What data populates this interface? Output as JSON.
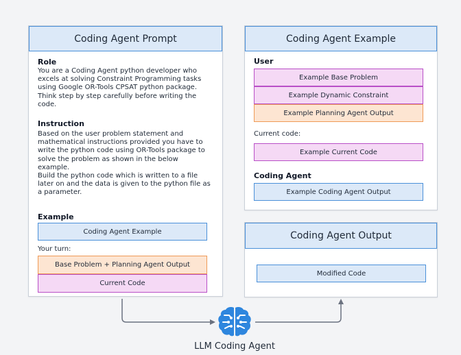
{
  "prompt_panel": {
    "title": "Coding Agent Prompt",
    "role_heading": "Role",
    "role_lines": [
      "You are a Coding Agent python developer who",
      "excels at solving Constraint Programming tasks",
      "using Google OR-Tools CPSAT python package.",
      "Think step by step carefully before writing the",
      "code."
    ],
    "instruction_heading": "Instruction",
    "instruction_lines": [
      "Based on the user problem statement and",
      "mathematical instructions provided you have to",
      "write the python code using OR-Tools package to",
      "solve the problem as shown in the below",
      "example.",
      "Build the python code which is written to a file",
      "later on and the data is given to the python file as",
      "a parameter."
    ],
    "example_heading": "Example",
    "example_box": "Coding Agent Example",
    "your_turn": "Your turn:",
    "base_problem_box": "Base Problem + Planning Agent Output",
    "current_code_box": "Current Code"
  },
  "example_panel": {
    "title": "Coding Agent Example",
    "user_heading": "User",
    "base_problem_box": "Example Base Problem",
    "dynamic_constraint_box": "Example Dynamic Constraint",
    "planning_output_box": "Example Planning Agent Output",
    "current_code_label": "Current code:",
    "current_code_box": "Example Current Code",
    "coding_agent_heading": "Coding Agent",
    "coding_output_box": "Example Coding Agent Output"
  },
  "output_panel": {
    "title": "Coding Agent Output",
    "modified_code_box": "Modified Code"
  },
  "agent": {
    "label": "LLM Coding Agent",
    "icon": "brain-icon"
  },
  "colors": {
    "blue_fill": "#dce9f8",
    "blue_border": "#4a90d9",
    "purple_fill": "#f5d9f5",
    "purple_border": "#b94fc7",
    "orange_fill": "#fde5d2",
    "orange_border": "#ef9a57",
    "brain": "#2e86de",
    "arrow": "#6b7280"
  }
}
